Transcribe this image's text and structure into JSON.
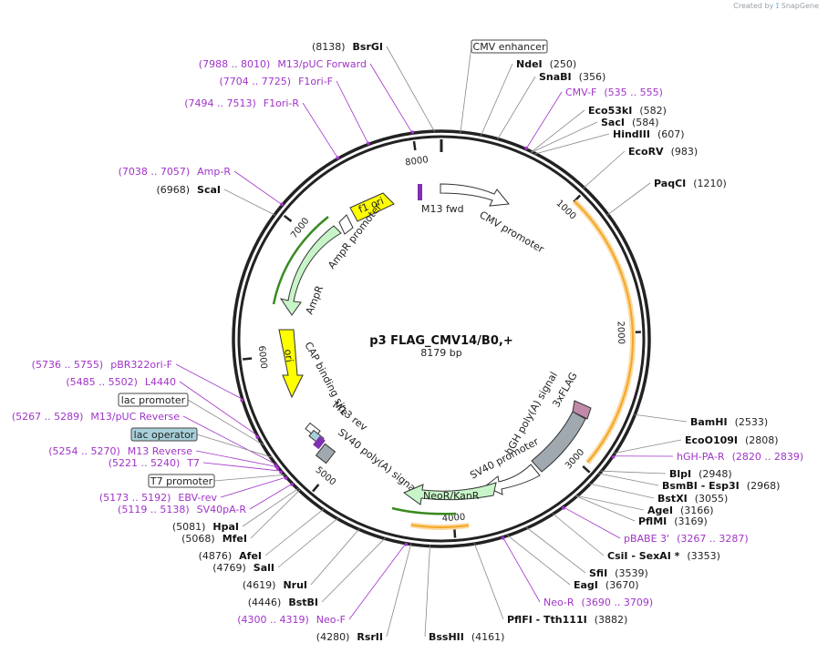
{
  "brand": {
    "created_by": "Created by",
    "name": "SnapGene"
  },
  "plasmid": {
    "name": "p3 FLAG_CMV14/B0,+",
    "length_label": "8179 bp",
    "length": 8179
  },
  "ticks": [
    {
      "bp": 1000,
      "label": "1000"
    },
    {
      "bp": 2000,
      "label": "2000"
    },
    {
      "bp": 3000,
      "label": "3000"
    },
    {
      "bp": 4000,
      "label": "4000"
    },
    {
      "bp": 5000,
      "label": "5000"
    },
    {
      "bp": 6000,
      "label": "6000"
    },
    {
      "bp": 7000,
      "label": "7000"
    },
    {
      "bp": 8000,
      "label": "8000"
    }
  ],
  "boxed_labels": [
    {
      "name": "cmv-enhancer-label",
      "text": "CMV enhancer",
      "bp": 120,
      "fill": "#ffffff"
    },
    {
      "name": "lac-promoter-label",
      "text": "lac promoter",
      "bp": 5430,
      "fill": "#ffffff"
    },
    {
      "name": "lac-operator-label",
      "text": "lac operator",
      "bp": 5340,
      "fill": "#a8d0da"
    },
    {
      "name": "t7-promoter-label",
      "text": "T7 promoter",
      "bp": 5200,
      "fill": "#ffffff"
    }
  ],
  "sites": [
    {
      "name": "BsrGI",
      "pos": "(8138)",
      "bp": 8138,
      "kind": "enzyme"
    },
    {
      "name": "NdeI",
      "pos": "(250)",
      "bp": 250,
      "kind": "enzyme"
    },
    {
      "name": "SnaBI",
      "pos": "(356)",
      "bp": 356,
      "kind": "enzyme"
    },
    {
      "name": "CMV-F",
      "pos": "(535 .. 555)",
      "bp": 545,
      "kind": "primer"
    },
    {
      "name": "Eco53kI",
      "pos": "(582)",
      "bp": 582,
      "kind": "enzyme"
    },
    {
      "name": "SacI",
      "pos": "(584)",
      "bp": 584,
      "kind": "enzyme"
    },
    {
      "name": "HindIII",
      "pos": "(607)",
      "bp": 607,
      "kind": "enzyme"
    },
    {
      "name": "EcoRV",
      "pos": "(983)",
      "bp": 983,
      "kind": "enzyme"
    },
    {
      "name": "PaqCI",
      "pos": "(1210)",
      "bp": 1210,
      "kind": "enzyme"
    },
    {
      "name": "BamHI",
      "pos": "(2533)",
      "bp": 2533,
      "kind": "enzyme"
    },
    {
      "name": "EcoO109I",
      "pos": "(2808)",
      "bp": 2808,
      "kind": "enzyme"
    },
    {
      "name": "hGH-PA-R",
      "pos": "(2820 .. 2839)",
      "bp": 2830,
      "kind": "primer"
    },
    {
      "name": "BlpI",
      "pos": "(2948)",
      "bp": 2948,
      "kind": "enzyme"
    },
    {
      "name": "BsmBI - Esp3I",
      "pos": "(2968)",
      "bp": 2968,
      "kind": "enzyme"
    },
    {
      "name": "BstXI",
      "pos": "(3055)",
      "bp": 3055,
      "kind": "enzyme"
    },
    {
      "name": "AgeI",
      "pos": "(3166)",
      "bp": 3166,
      "kind": "enzyme"
    },
    {
      "name": "PflMI",
      "pos": "(3169)",
      "bp": 3169,
      "kind": "enzyme"
    },
    {
      "name": "pBABE 3'",
      "pos": "(3267 .. 3287)",
      "bp": 3277,
      "kind": "primer"
    },
    {
      "name": "CsiI - SexAI *",
      "pos": "(3353)",
      "bp": 3353,
      "kind": "enzyme"
    },
    {
      "name": "SfiI",
      "pos": "(3539)",
      "bp": 3539,
      "kind": "enzyme"
    },
    {
      "name": "EagI",
      "pos": "(3670)",
      "bp": 3670,
      "kind": "enzyme"
    },
    {
      "name": "Neo-R",
      "pos": "(3690 .. 3709)",
      "bp": 3700,
      "kind": "primer"
    },
    {
      "name": "PflFI - Tth111I",
      "pos": "(3882)",
      "bp": 3882,
      "kind": "enzyme"
    },
    {
      "name": "BssHII",
      "pos": "(4161)",
      "bp": 4161,
      "kind": "enzyme"
    },
    {
      "name": "RsrII",
      "pos": "(4280)",
      "bp": 4280,
      "kind": "enzyme"
    },
    {
      "name": "Neo-F",
      "pos": "(4300 .. 4319)",
      "bp": 4310,
      "kind": "primer"
    },
    {
      "name": "BstBI",
      "pos": "(4446)",
      "bp": 4446,
      "kind": "enzyme"
    },
    {
      "name": "NruI",
      "pos": "(4619)",
      "bp": 4619,
      "kind": "enzyme"
    },
    {
      "name": "SalI",
      "pos": "(4769)",
      "bp": 4769,
      "kind": "enzyme"
    },
    {
      "name": "AfeI",
      "pos": "(4876)",
      "bp": 4876,
      "kind": "enzyme"
    },
    {
      "name": "MfeI",
      "pos": "(5068)",
      "bp": 5068,
      "kind": "enzyme"
    },
    {
      "name": "HpaI",
      "pos": "(5081)",
      "bp": 5081,
      "kind": "enzyme"
    },
    {
      "name": "SV40pA-R",
      "pos": "(5119 .. 5138)",
      "bp": 5128,
      "kind": "primer"
    },
    {
      "name": "EBV-rev",
      "pos": "(5173 .. 5192)",
      "bp": 5182,
      "kind": "primer"
    },
    {
      "name": "T7",
      "pos": "(5221 .. 5240)",
      "bp": 5230,
      "kind": "primer"
    },
    {
      "name": "M13 Reverse",
      "pos": "(5254 .. 5270)",
      "bp": 5262,
      "kind": "primer"
    },
    {
      "name": "M13/pUC Reverse",
      "pos": "(5267 .. 5289)",
      "bp": 5278,
      "kind": "primer"
    },
    {
      "name": "L4440",
      "pos": "(5485 .. 5502)",
      "bp": 5493,
      "kind": "primer"
    },
    {
      "name": "pBR322ori-F",
      "pos": "(5736 .. 5755)",
      "bp": 5745,
      "kind": "primer"
    },
    {
      "name": "ScaI",
      "pos": "(6968)",
      "bp": 6968,
      "kind": "enzyme"
    },
    {
      "name": "Amp-R",
      "pos": "(7038 .. 7057)",
      "bp": 7047,
      "kind": "primer"
    },
    {
      "name": "F1ori-R",
      "pos": "(7494 .. 7513)",
      "bp": 7503,
      "kind": "primer"
    },
    {
      "name": "F1ori-F",
      "pos": "(7704 .. 7725)",
      "bp": 7714,
      "kind": "primer"
    },
    {
      "name": "M13/pUC Forward",
      "pos": "(7988 .. 8010)",
      "bp": 7999,
      "kind": "primer"
    }
  ],
  "features": {
    "f1_ori": "f1 ori",
    "ampr_promoter": "AmpR promoter",
    "ampr": "AmpR",
    "ori": "ori",
    "cap_binding_site": "CAP binding site",
    "m13_rev": "M13 rev",
    "sv40_polya_left": "SV40 poly(A) signal",
    "m13_fwd": "M13 fwd",
    "cmv_promoter": "CMV promoter",
    "hgh_polya": "hGH poly(A) signal",
    "sv40_promoter": "SV40 promoter",
    "three_x_flag": "3xFLAG",
    "neor_kanr": "NeoR/KanR"
  },
  "colors": {
    "enzyme": "#111111",
    "primer": "#a033c8",
    "ring": "#222222",
    "orf": "#f5a623",
    "ori": "#ffff00",
    "ampr": "#c8f5c8",
    "promoter": "#ffffff",
    "polya": "#a0a8b0",
    "flag": "#c08aa8",
    "lac_operator": "#a8d0da"
  }
}
